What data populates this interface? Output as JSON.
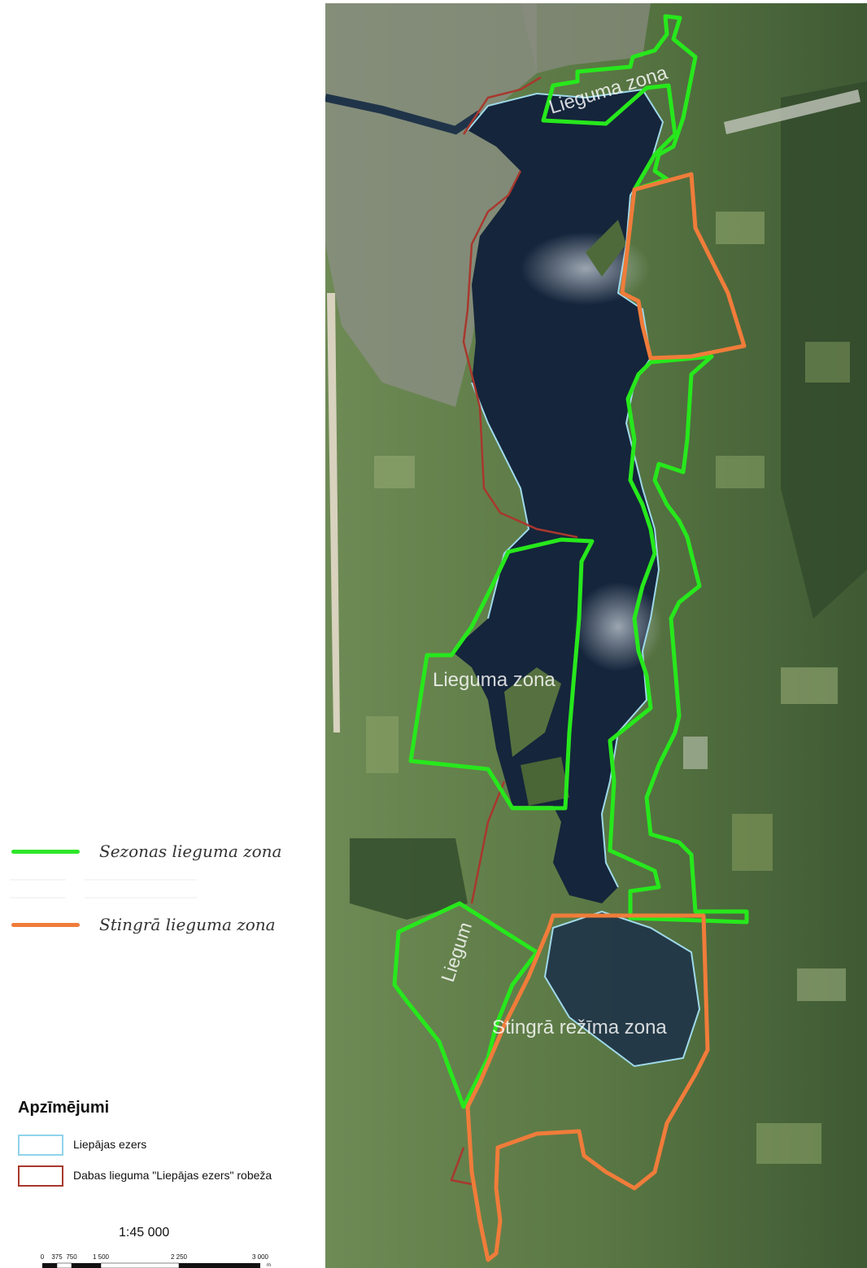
{
  "map": {
    "zone_labels": {
      "north": "Lieguma zona",
      "middle": "Lieguma zona",
      "south_west": "Liegum",
      "strict": "Stingrā režīma zona"
    },
    "colors": {
      "seasonal_zone": "#27e81c",
      "strict_zone": "#f07c3a",
      "reserve_boundary": "#a8382e",
      "lake_outline": "#9fd9ea",
      "water": "#14253d",
      "land": "#5d7a45"
    }
  },
  "zone_legend": {
    "items": [
      {
        "label": "Sezonas lieguma zona",
        "color": "#2fe62a"
      },
      {
        "label": "Stingrā lieguma zona",
        "color": "#f07c3a"
      }
    ]
  },
  "legend": {
    "title": "Apzīmējumi",
    "items": [
      {
        "label": "Liepājas ezers",
        "color": "#8fd3ea"
      },
      {
        "label": "Dabas lieguma \"Liepājas ezers\" robeža",
        "color": "#a8382e"
      }
    ]
  },
  "scale": {
    "ratio": "1:45 000",
    "ticks": [
      "0",
      "375",
      "750",
      "1 500",
      "2 250",
      "3 000"
    ],
    "unit": "m"
  }
}
